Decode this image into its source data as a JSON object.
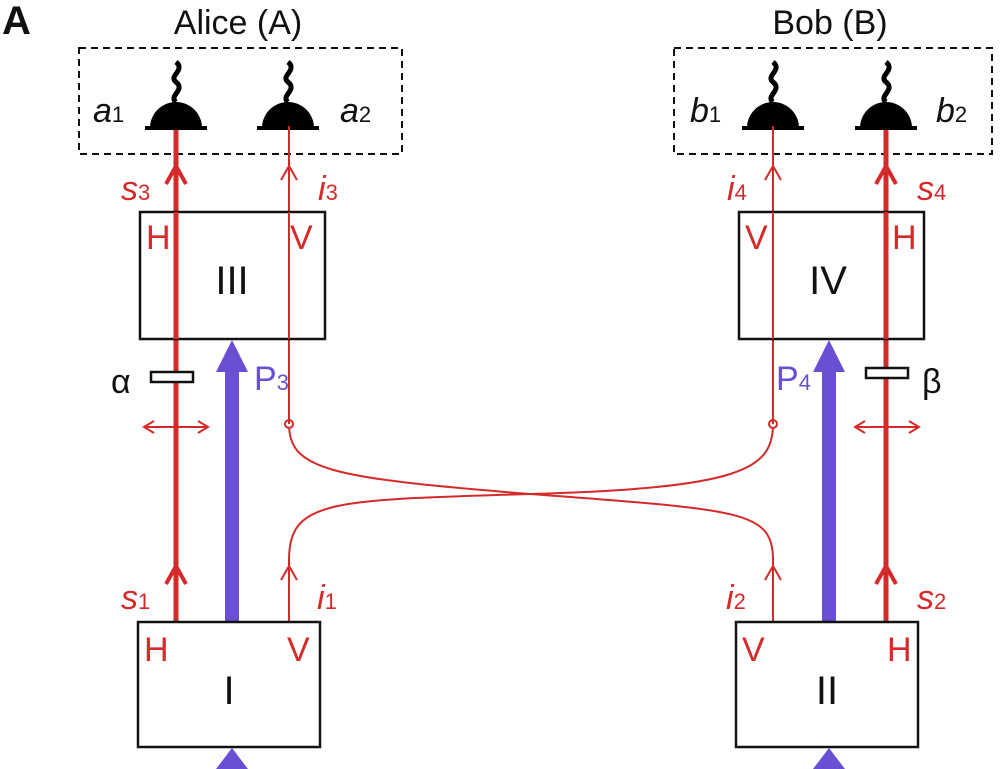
{
  "panel_label": "A",
  "parties": {
    "alice": "Alice (A)",
    "bob": "Bob (B)"
  },
  "detectors": {
    "a1": {
      "letter": "a",
      "sub": "1"
    },
    "a2": {
      "letter": "a",
      "sub": "2"
    },
    "b1": {
      "letter": "b",
      "sub": "1"
    },
    "b2": {
      "letter": "b",
      "sub": "2"
    }
  },
  "sources": {
    "I": "I",
    "II": "II",
    "III": "III",
    "IV": "IV"
  },
  "polarization": {
    "H": "H",
    "V": "V"
  },
  "modes": {
    "s1": {
      "letter": "s",
      "sub": "1"
    },
    "s2": {
      "letter": "s",
      "sub": "2"
    },
    "s3": {
      "letter": "s",
      "sub": "3"
    },
    "s4": {
      "letter": "s",
      "sub": "4"
    },
    "i1": {
      "letter": "i",
      "sub": "1"
    },
    "i2": {
      "letter": "i",
      "sub": "2"
    },
    "i3": {
      "letter": "i",
      "sub": "3"
    },
    "i4": {
      "letter": "i",
      "sub": "4"
    }
  },
  "pumps": {
    "P3": {
      "letter": "P",
      "sub": "3"
    },
    "P4": {
      "letter": "P",
      "sub": "4"
    }
  },
  "phase_plates": {
    "alpha": "α",
    "beta": "β"
  },
  "colors": {
    "signal": "#d42a2a",
    "pump": "#6a4fd4",
    "ink": "#111111"
  }
}
